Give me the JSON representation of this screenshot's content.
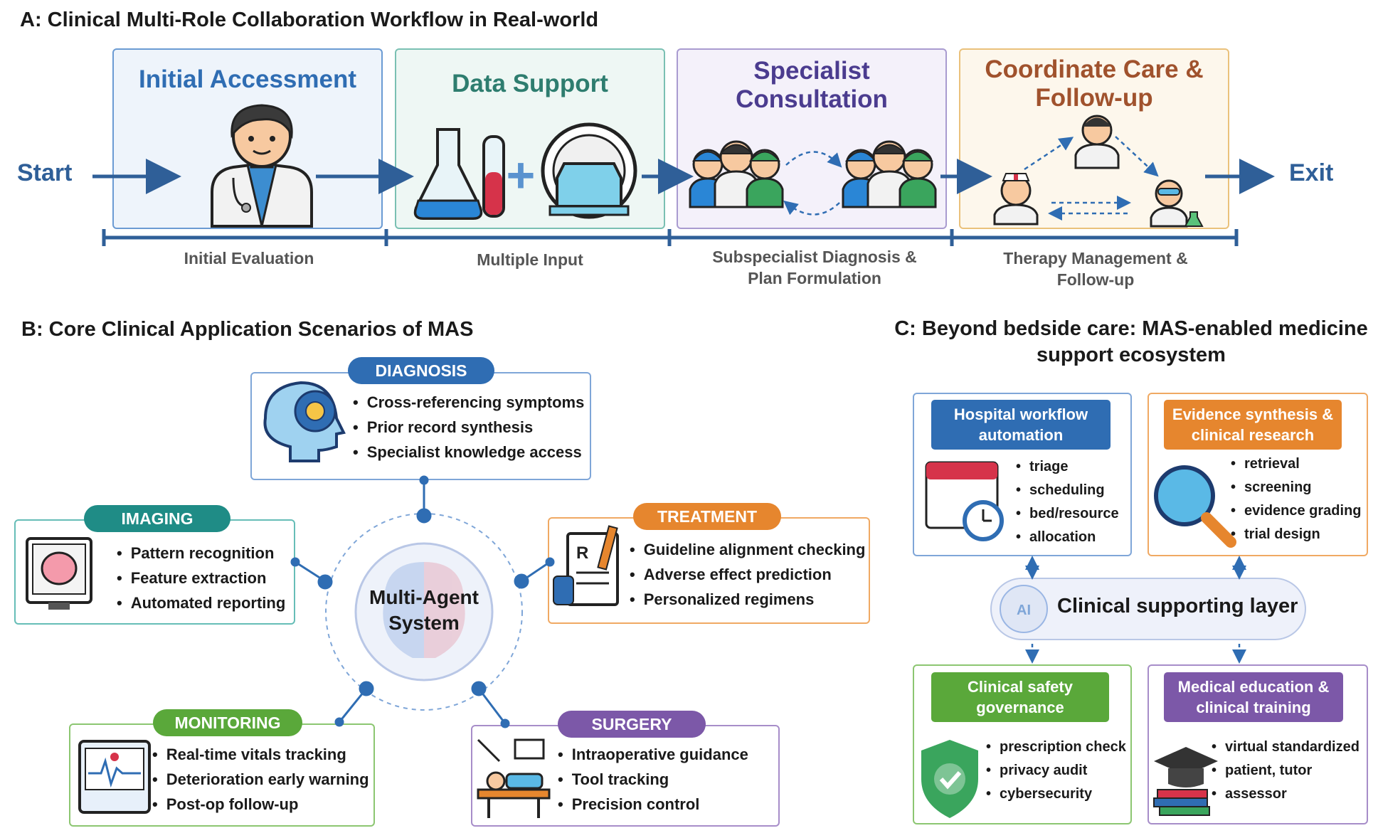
{
  "panel_a": {
    "title": "A: Clinical Multi-Role Collaboration Workflow in Real-world",
    "start_label": "Start",
    "exit_label": "Exit",
    "stages": [
      {
        "title": "Initial Accessment",
        "label": "Initial Evaluation",
        "color": "#2f6db3"
      },
      {
        "title": "Data Support",
        "label": "Multiple Input",
        "color": "#2e7d6f"
      },
      {
        "title": "Specialist Consultation",
        "label": "Subspecialist Diagnosis & Plan Formulation",
        "color": "#4b3c8f"
      },
      {
        "title": "Coordinate Care & Follow-up",
        "label": "Therapy Management & Follow-up",
        "color": "#a0522d"
      }
    ]
  },
  "panel_b": {
    "title": "B: Core Clinical Application Scenarios of MAS",
    "center": "Multi-Agent System",
    "scenarios": {
      "diagnosis": {
        "label": "DIAGNOSIS",
        "color": "#2f6db3",
        "items": [
          "Cross-referencing symptoms",
          "Prior record synthesis",
          "Specialist knowledge access"
        ]
      },
      "imaging": {
        "label": "IMAGING",
        "color": "#1f8c86",
        "items": [
          "Pattern recognition",
          "Feature extraction",
          "Automated reporting"
        ]
      },
      "treatment": {
        "label": "TREATMENT",
        "color": "#e6862e",
        "items": [
          "Guideline alignment checking",
          "Adverse effect prediction",
          "Personalized regimens"
        ]
      },
      "monitoring": {
        "label": "MONITORING",
        "color": "#5aa83a",
        "items": [
          "Real-time vitals tracking",
          "Deterioration early warning",
          "Post-op follow-up"
        ]
      },
      "surgery": {
        "label": "SURGERY",
        "color": "#7c58a8",
        "items": [
          "Intraoperative guidance",
          "Tool tracking",
          "Precision control"
        ]
      }
    }
  },
  "panel_c": {
    "title": "C: Beyond bedside care: MAS-enabled medicine support ecosystem",
    "layer": "Clinical supporting layer",
    "layer_icon_text": "AI",
    "boxes": {
      "hospital": {
        "label": "Hospital workflow automation",
        "color": "#2f6db3",
        "items": [
          "triage",
          "scheduling",
          "bed/resource",
          "allocation"
        ]
      },
      "evidence": {
        "label": "Evidence synthesis & clinical research",
        "color": "#e6862e",
        "items": [
          "retrieval",
          "screening",
          "evidence grading",
          "trial design"
        ]
      },
      "safety": {
        "label": "Clinical safety governance",
        "color": "#5aa83a",
        "items": [
          "prescription check",
          "privacy audit",
          "cybersecurity"
        ]
      },
      "education": {
        "label": "Medical education & clinical training",
        "color": "#7c58a8",
        "items": [
          "virtual standardized",
          "patient, tutor",
          "assessor"
        ]
      }
    }
  }
}
